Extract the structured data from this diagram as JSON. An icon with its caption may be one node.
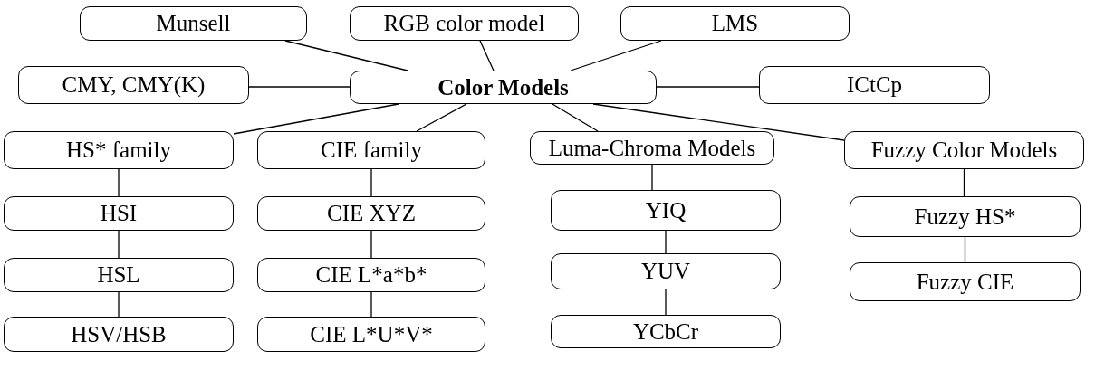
{
  "diagram": {
    "nodes": [
      {
        "text": [
          "Color Models"
        ]
      },
      {
        "text": [
          "Munsell"
        ]
      },
      {
        "text": [
          "RGB color model"
        ]
      },
      {
        "text": [
          "LMS"
        ]
      },
      {
        "text": [
          "CMY, CMY(K)"
        ]
      },
      {
        "text": [
          "ICtCp"
        ]
      },
      {
        "text": [
          "HS* family"
        ]
      },
      {
        "text": [
          "CIE family"
        ]
      },
      {
        "text": [
          "Luma-Chroma Models"
        ]
      },
      {
        "text": [
          "Fuzzy Color Models"
        ]
      },
      {
        "text": [
          "HSI"
        ]
      },
      {
        "text": [
          "HSL"
        ]
      },
      {
        "text": [
          "HSV/HSB"
        ]
      },
      {
        "text": [
          "CIE XYZ"
        ]
      },
      {
        "text": [
          "CIE L*a*b*"
        ]
      },
      {
        "text": [
          "CIE L*U*V*"
        ]
      },
      {
        "text": [
          "YIQ"
        ]
      },
      {
        "text": [
          "YUV"
        ]
      },
      {
        "text": [
          "YCbCr"
        ]
      },
      {
        "text": [
          "Fuzzy HS*"
        ]
      },
      {
        "text": [
          "Fuzzy CIE"
        ]
      }
    ],
    "edges": [
      {
        "from": 1,
        "to": 0,
        "arrow": "none"
      },
      {
        "from": 2,
        "to": 0,
        "arrow": "none"
      },
      {
        "from": 3,
        "to": 0,
        "arrow": "none"
      },
      {
        "from": 4,
        "to": 0,
        "arrow": "none"
      },
      {
        "from": 0,
        "to": 5,
        "arrow": "none"
      },
      {
        "from": 0,
        "to": 6,
        "arrow": "none"
      },
      {
        "from": 0,
        "to": 7,
        "arrow": "none"
      },
      {
        "from": 0,
        "to": 8,
        "arrow": "none"
      },
      {
        "from": 0,
        "to": 9,
        "arrow": "none"
      },
      {
        "from": 6,
        "to": 10,
        "arrow": "none"
      },
      {
        "from": 10,
        "to": 11,
        "arrow": "none"
      },
      {
        "from": 11,
        "to": 12,
        "arrow": "none"
      },
      {
        "from": 7,
        "to": 13,
        "arrow": "none"
      },
      {
        "from": 13,
        "to": 14,
        "arrow": "none"
      },
      {
        "from": 14,
        "to": 15,
        "arrow": "none"
      },
      {
        "from": 8,
        "to": 16,
        "arrow": "none"
      },
      {
        "from": 16,
        "to": 17,
        "arrow": "none"
      },
      {
        "from": 17,
        "to": 18,
        "arrow": "none"
      },
      {
        "from": 9,
        "to": 19,
        "arrow": "none"
      },
      {
        "from": 19,
        "to": 20,
        "arrow": "none"
      }
    ]
  }
}
